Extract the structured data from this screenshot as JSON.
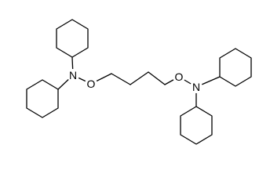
{
  "molecule": {
    "atoms": {
      "n_left": "N",
      "o_left": "O",
      "o_right": "O",
      "n_right": "N"
    },
    "colors": {
      "bond": "#000000",
      "text": "#000000",
      "background": "#ffffff"
    }
  }
}
